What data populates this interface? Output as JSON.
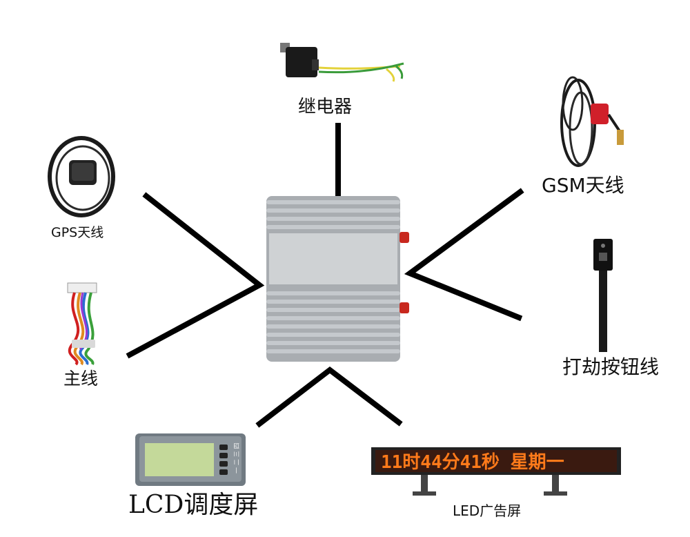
{
  "labels": {
    "relay": "继电器",
    "gsm_antenna": "GSM天线",
    "gps_antenna": "GPS天线",
    "main_cable": "主线",
    "panic_button": "打劫按钮线",
    "lcd_screen": "LCD调度屏",
    "led_screen": "LED广告屏"
  },
  "led_display_text": "11时44分41秒 星期一",
  "lcd_buttons_text": "一 二 三 四",
  "colors": {
    "connector_line": "#000000",
    "device_body": "#a8acb0",
    "antenna_tip": "#c8281e",
    "led_text": "#ff7a1a",
    "gsm_red": "#d0202a"
  }
}
